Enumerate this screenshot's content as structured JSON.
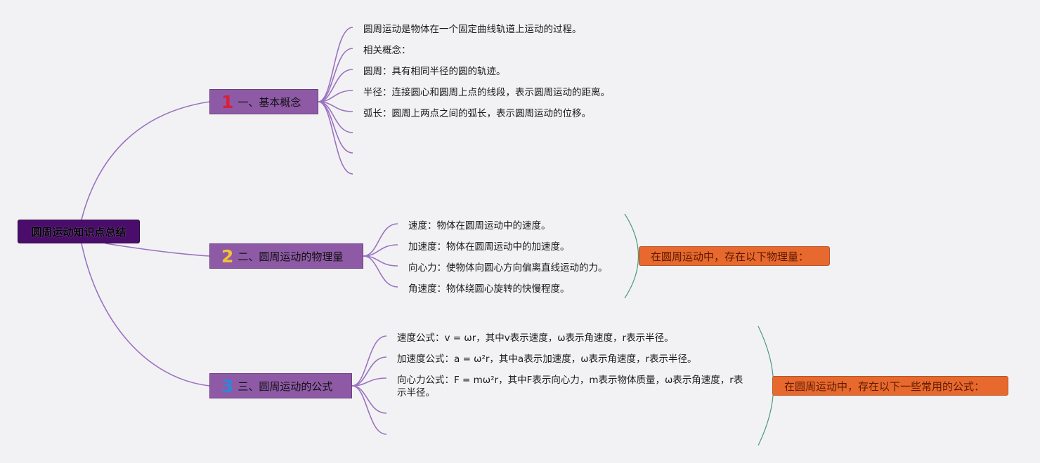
{
  "root": {
    "label": "圆周运动知识点总结"
  },
  "branches": [
    {
      "number": "1",
      "number_color": "#d8203a",
      "label": "一、基本概念",
      "items": [
        "圆周运动是物体在一个固定曲线轨道上运动的过程。",
        "相关概念：",
        "圆周：具有相同半径的圆的轨迹。",
        "半径：连接圆心和圆周上点的线段，表示圆周运动的距离。",
        "弧长：圆周上两点之间的弧长，表示圆周运动的位移。"
      ]
    },
    {
      "number": "2",
      "number_color": "#f2c230",
      "label": "二、圆周运动的物理量",
      "items": [
        "速度：物体在圆周运动中的速度。",
        "加速度：物体在圆周运动中的加速度。",
        "向心力：使物体向圆心方向偏离直线运动的力。",
        "角速度：物体绕圆心旋转的快慢程度。"
      ],
      "summary": "在圆周运动中，存在以下物理量："
    },
    {
      "number": "3",
      "number_color": "#2f86d8",
      "label": "三、圆周运动的公式",
      "items": [
        "速度公式：v = ωr，其中v表示速度，ω表示角速度，r表示半径。",
        "加速度公式：a = ω²r，其中a表示加速度，ω表示角速度，r表示半径。",
        "向心力公式：F = mω²r，其中F表示向心力，m表示物体质量，ω表示角速度，r表示半径。"
      ],
      "summary": "在圆周运动中，存在以下一些常用的公式："
    }
  ],
  "colors": {
    "connector": "#9b72c0",
    "bracket": "#4a9a7a",
    "root_fill": "#4a0d6b",
    "branch_fill": "#8e5aa6",
    "summary_fill": "#e8692e"
  }
}
